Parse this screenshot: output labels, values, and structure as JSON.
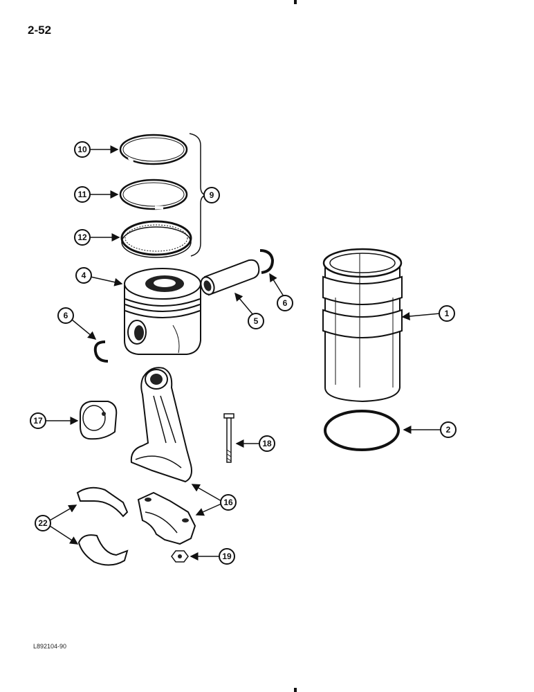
{
  "page": {
    "number": "2-52",
    "figure_code": "L892104-90"
  },
  "callouts": {
    "c1": "1",
    "c2": "2",
    "c4": "4",
    "c5": "5",
    "c6a": "6",
    "c6b": "6",
    "c9": "9",
    "c10": "10",
    "c11": "11",
    "c12": "12",
    "c16": "16",
    "c17": "17",
    "c18": "18",
    "c19": "19",
    "c22": "22"
  }
}
